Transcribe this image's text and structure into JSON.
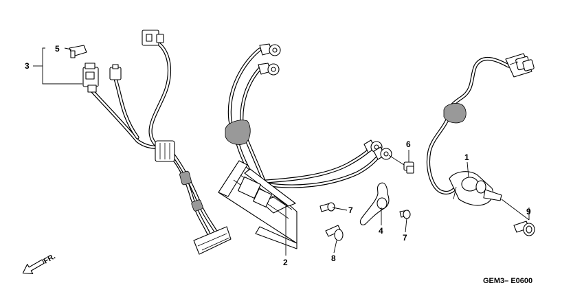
{
  "callouts": [
    {
      "id": "1",
      "label": "1"
    },
    {
      "id": "2",
      "label": "2"
    },
    {
      "id": "3",
      "label": "3"
    },
    {
      "id": "4",
      "label": "4"
    },
    {
      "id": "5",
      "label": "5"
    },
    {
      "id": "6",
      "label": "6"
    },
    {
      "id": "7a",
      "label": "7"
    },
    {
      "id": "7b",
      "label": "7"
    },
    {
      "id": "8",
      "label": "8"
    },
    {
      "id": "9",
      "label": "9"
    }
  ],
  "direction_marker": {
    "label": "FR.",
    "icon": "front-arrow-icon"
  },
  "diagram_code": "GEM3– E0600"
}
